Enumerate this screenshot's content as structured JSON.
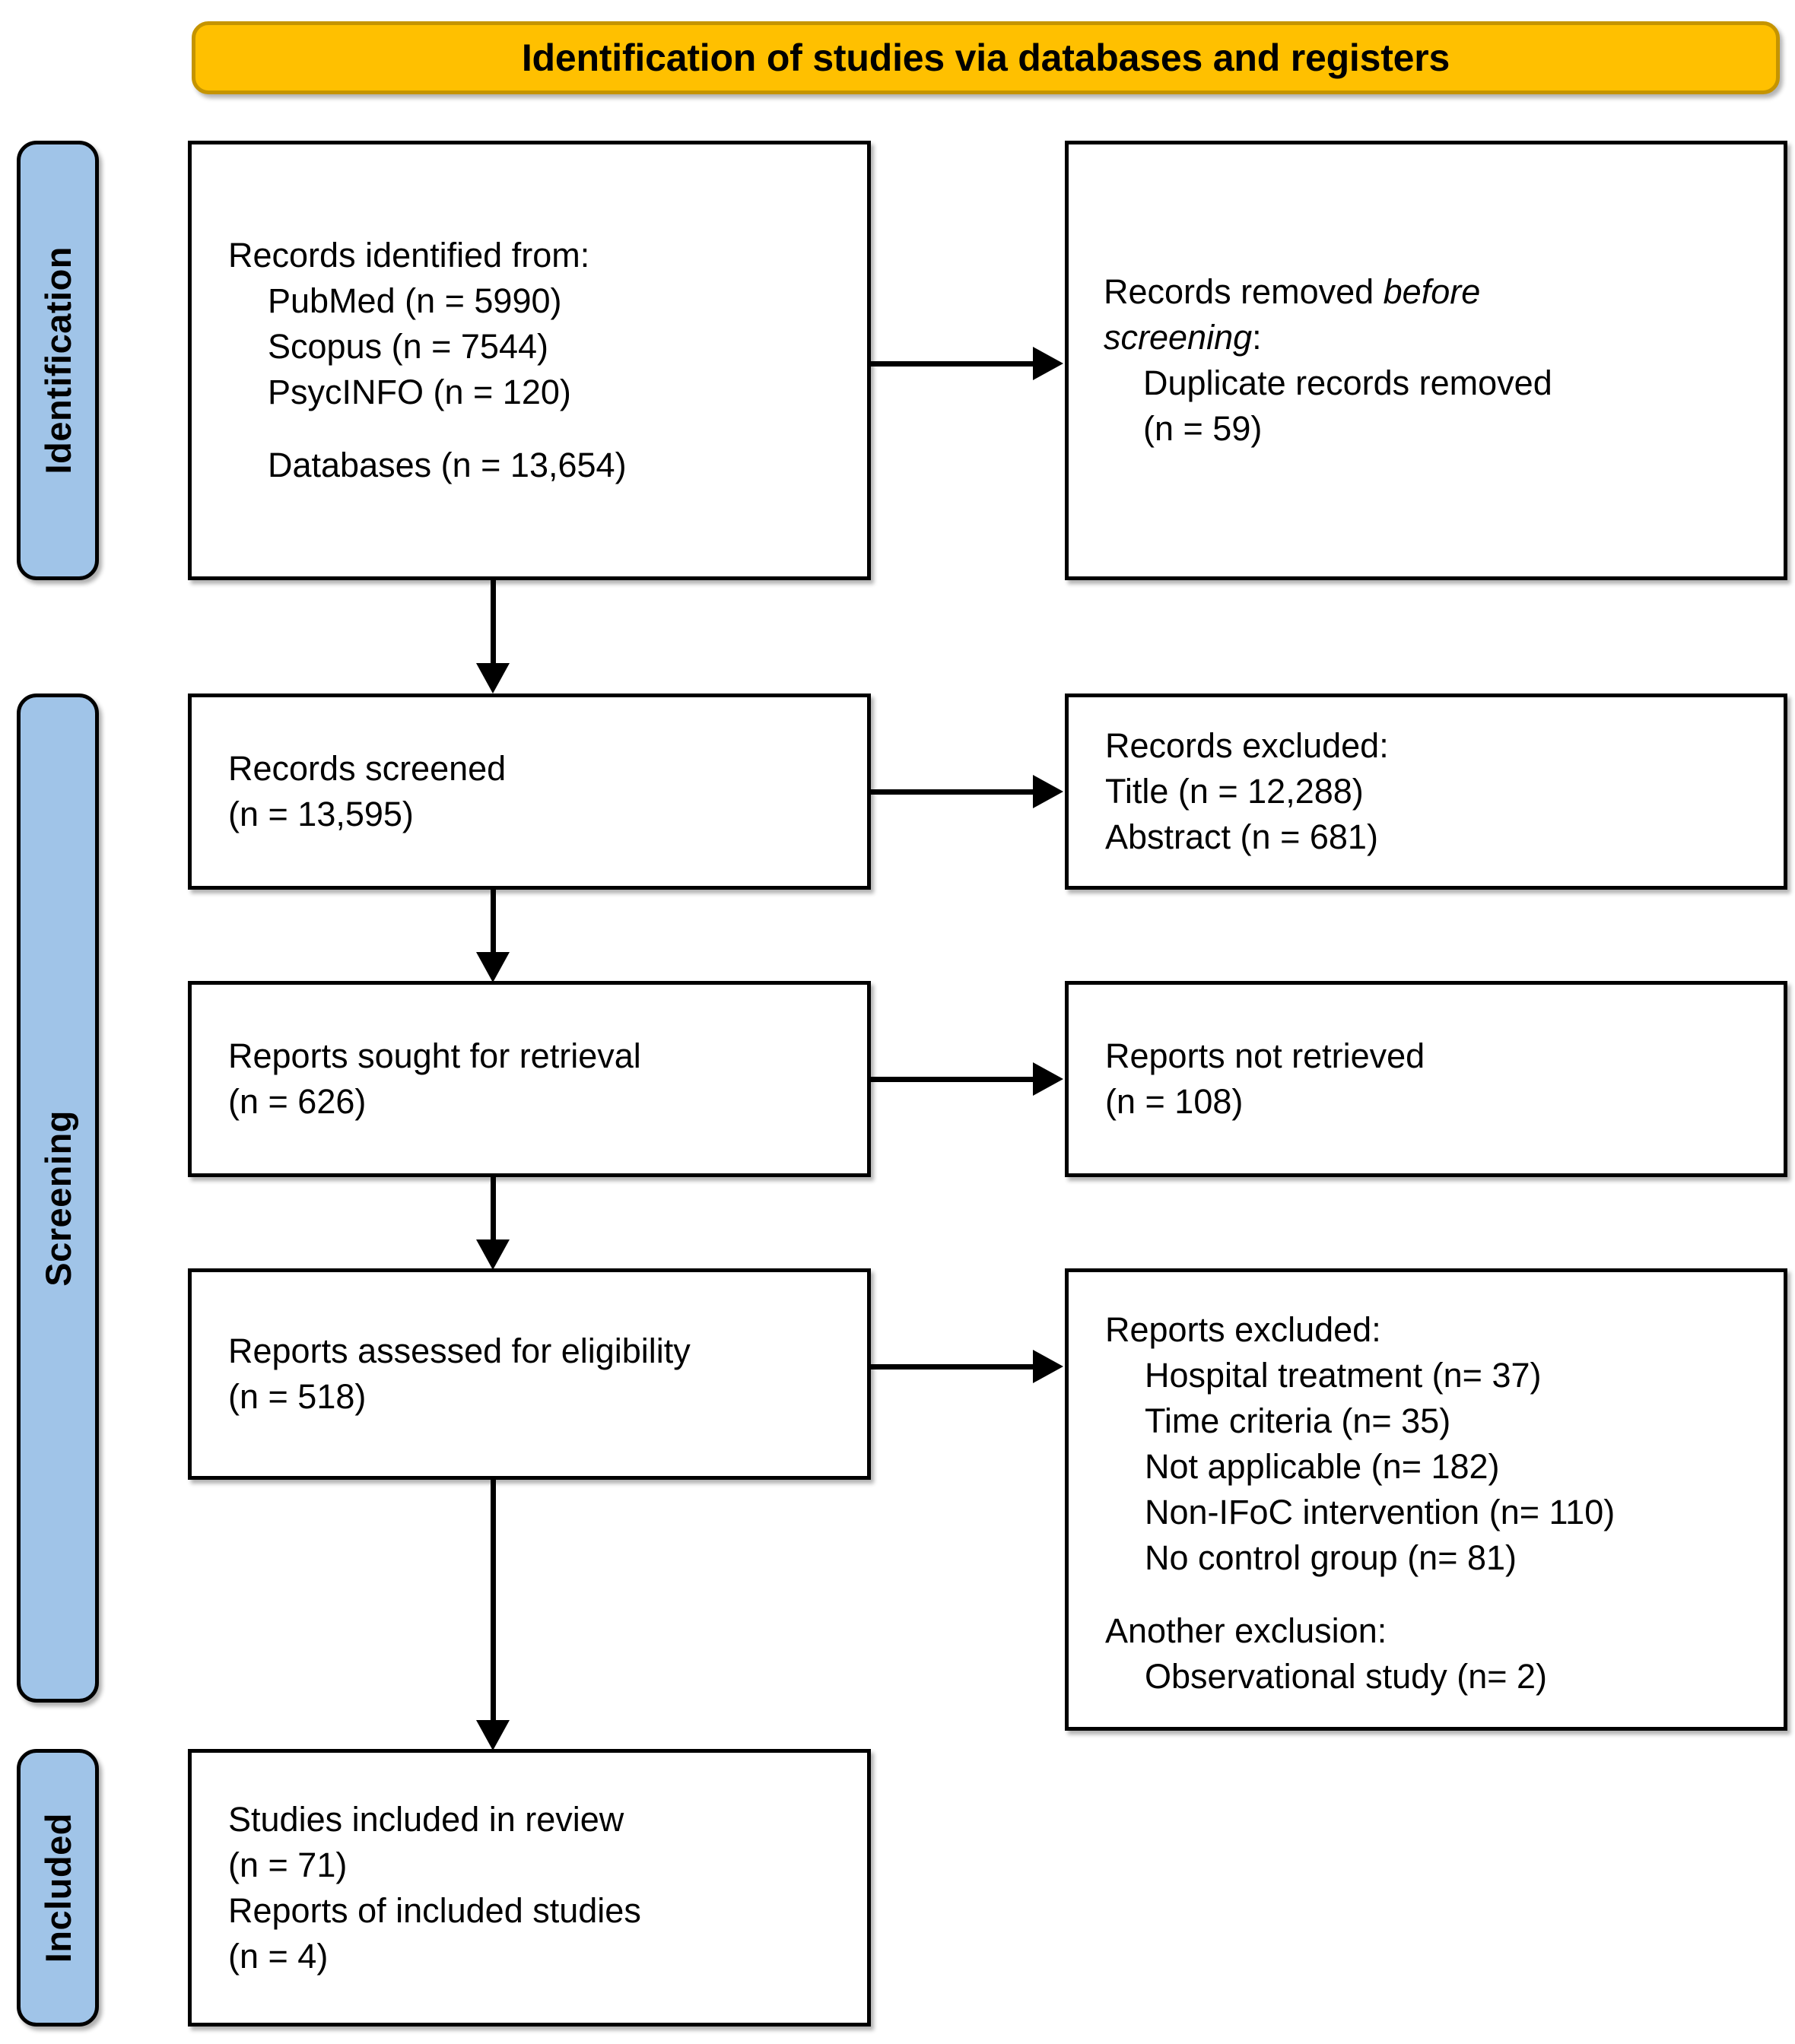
{
  "header": {
    "title": "Identification of studies via databases and registers",
    "banner_color": "#FFC000",
    "banner_border_color": "#C59400"
  },
  "stages": {
    "label_color": "#A0C4E8",
    "items": [
      {
        "id": "identification",
        "label": "Identification"
      },
      {
        "id": "screening",
        "label": "Screening"
      },
      {
        "id": "included",
        "label": "Included"
      }
    ]
  },
  "boxes": {
    "identified": {
      "lines": [
        "Records identified from:",
        "PubMed (n = 5990)",
        "Scopus (n = 7544)",
        "PsycINFO (n = 120)",
        "Databases (n = 13,654)"
      ]
    },
    "removed": {
      "line1_plain": "Records removed ",
      "line1_italic": "before",
      "line2_italic": "screening",
      "line2_plain": ":",
      "line3": "Duplicate records removed",
      "line4": "(n = 59)"
    },
    "screened": {
      "lines": [
        "Records screened",
        "(n = 13,595)"
      ]
    },
    "excluded_records": {
      "lines": [
        "Records excluded:",
        "Title (n = 12,288)",
        "Abstract (n = 681)"
      ]
    },
    "sought": {
      "lines": [
        "Reports sought for retrieval",
        "(n = 626)"
      ]
    },
    "not_retrieved": {
      "lines": [
        "Reports not retrieved",
        "(n = 108)"
      ]
    },
    "assessed": {
      "lines": [
        "Reports assessed for eligibility",
        "(n = 518)"
      ]
    },
    "excluded_reports": {
      "heading": "Reports excluded:",
      "reasons": [
        "Hospital treatment (n= 37)",
        "Time criteria (n= 35)",
        "Not applicable (n= 182)",
        "Non-IFoC intervention (n= 110)",
        "No control group (n= 81)"
      ],
      "another_heading": "Another exclusion:",
      "another_reasons": [
        "Observational study (n= 2)"
      ]
    },
    "included": {
      "lines": [
        "Studies included in review",
        "(n = 71)",
        "Reports of included studies",
        "(n = 4)"
      ]
    }
  }
}
